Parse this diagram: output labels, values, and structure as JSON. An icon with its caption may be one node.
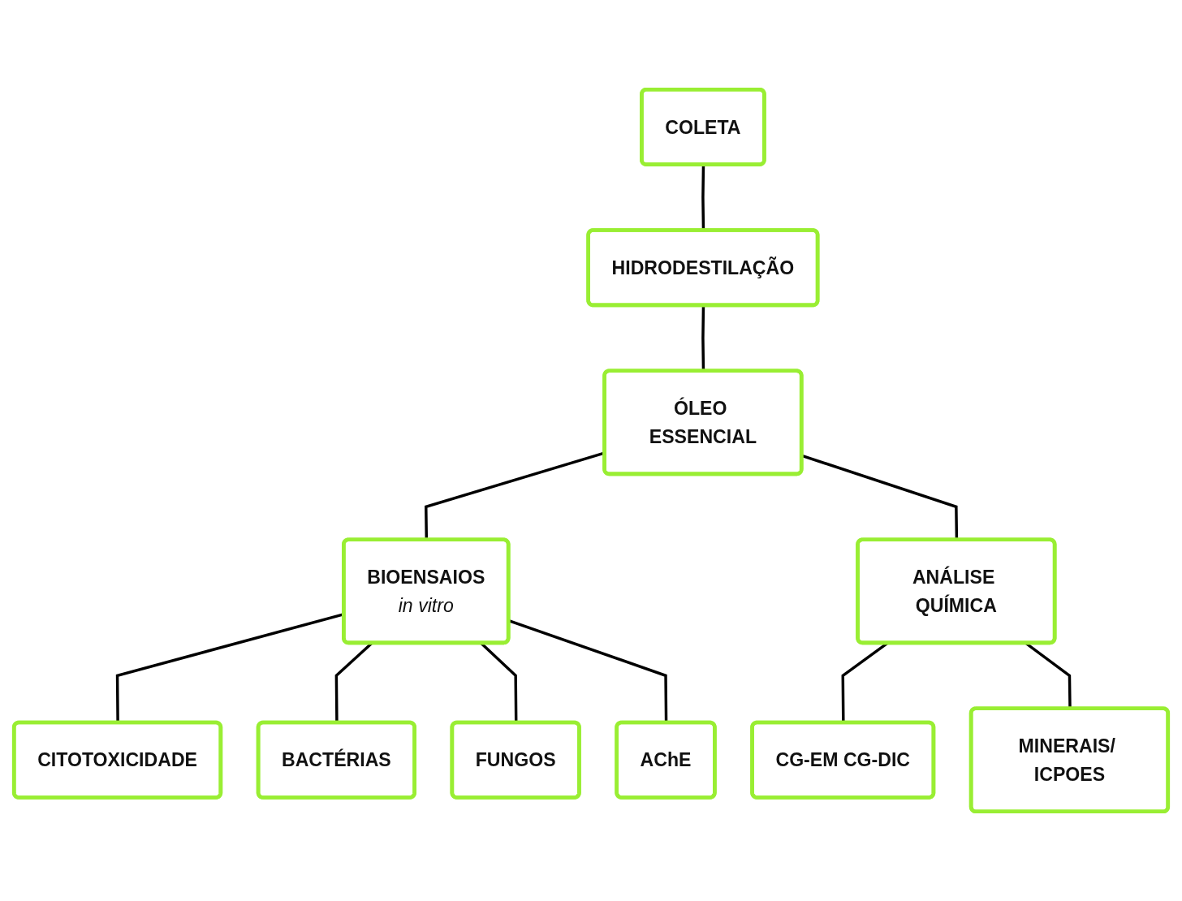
{
  "diagram": {
    "nodes": [
      {
        "text": [
          "COLETA"
        ]
      },
      {
        "text": [
          "HIDRODESTILAÇÃO"
        ]
      },
      {
        "text": [
          "ÓLEO ESSENCIAL"
        ]
      },
      {
        "text": [
          "BIOENSAIOS",
          "in vitro"
        ]
      },
      {
        "text": [
          "ANÁLISE QUÍMICA"
        ]
      },
      {
        "text": [
          "CITOTOXICIDADE"
        ]
      },
      {
        "text": [
          "AChE"
        ]
      },
      {
        "text": [
          "CG-EM CG-DIC"
        ]
      },
      {
        "text": [
          "MINERAIS/ ICPOES"
        ]
      },
      {
        "text": [
          "BACTÉRIAS"
        ]
      },
      {
        "text": [
          "FUNGOS"
        ]
      }
    ],
    "edges": [
      {
        "from": 0,
        "to": 1,
        "arrow": "none"
      },
      {
        "from": 1,
        "to": 2,
        "arrow": "none"
      },
      {
        "from": 2,
        "to": 3,
        "arrow": "none"
      },
      {
        "from": 2,
        "to": 4,
        "arrow": "none"
      },
      {
        "from": 3,
        "to": 5,
        "arrow": "none"
      },
      {
        "from": 3,
        "to": 9,
        "arrow": "none"
      },
      {
        "from": 3,
        "to": 10,
        "arrow": "none"
      },
      {
        "from": 3,
        "to": 6,
        "arrow": "none"
      },
      {
        "from": 4,
        "to": 7,
        "arrow": "none"
      },
      {
        "from": 4,
        "to": 8,
        "arrow": "none"
      }
    ]
  }
}
